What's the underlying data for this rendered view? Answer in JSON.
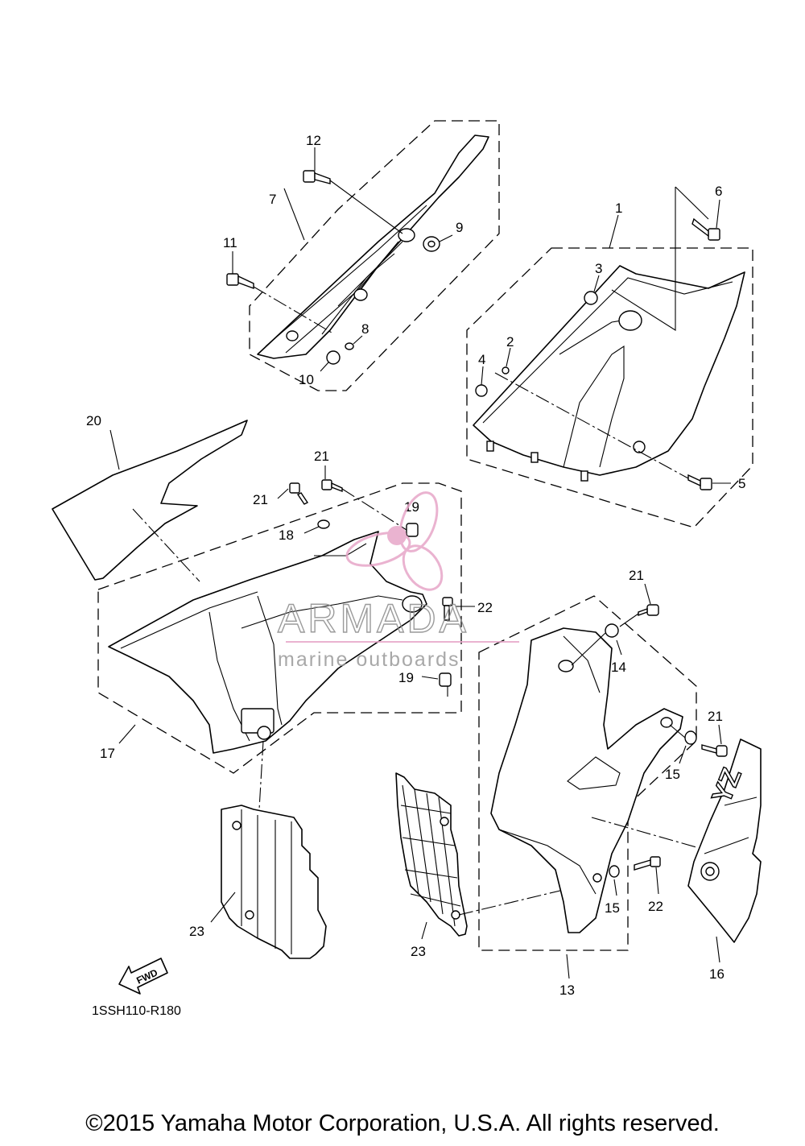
{
  "diagram": {
    "parts": [
      {
        "id": "p1",
        "label": "1"
      },
      {
        "id": "p2",
        "label": "2"
      },
      {
        "id": "p3",
        "label": "3"
      },
      {
        "id": "p4",
        "label": "4"
      },
      {
        "id": "p5",
        "label": "5"
      },
      {
        "id": "p6",
        "label": "6"
      },
      {
        "id": "p7",
        "label": "7"
      },
      {
        "id": "p8",
        "label": "8"
      },
      {
        "id": "p9",
        "label": "9"
      },
      {
        "id": "p10",
        "label": "10"
      },
      {
        "id": "p11",
        "label": "11"
      },
      {
        "id": "p12",
        "label": "12"
      },
      {
        "id": "p13",
        "label": "13"
      },
      {
        "id": "p14",
        "label": "14"
      },
      {
        "id": "p15a",
        "label": "15"
      },
      {
        "id": "p15b",
        "label": "15"
      },
      {
        "id": "p16",
        "label": "16"
      },
      {
        "id": "p17",
        "label": "17"
      },
      {
        "id": "p18",
        "label": "18"
      },
      {
        "id": "p19a",
        "label": "19"
      },
      {
        "id": "p19b",
        "label": "19"
      },
      {
        "id": "p20",
        "label": "20"
      },
      {
        "id": "p21a",
        "label": "21"
      },
      {
        "id": "p21b",
        "label": "21"
      },
      {
        "id": "p21c",
        "label": "21"
      },
      {
        "id": "p21d",
        "label": "21"
      },
      {
        "id": "p22a",
        "label": "22"
      },
      {
        "id": "p22b",
        "label": "22"
      },
      {
        "id": "p23a",
        "label": "23"
      },
      {
        "id": "p23b",
        "label": "23"
      }
    ],
    "fwd_label": "FWD",
    "decal_text": "YZ",
    "code": "1SSH110-R180"
  },
  "watermark": {
    "name": "ARMADA",
    "tagline": "marine outboards",
    "color": "#e7a6c8"
  },
  "footer": {
    "copyright": "©2015 Yamaha Motor Corporation, U.S.A. All rights reserved."
  }
}
